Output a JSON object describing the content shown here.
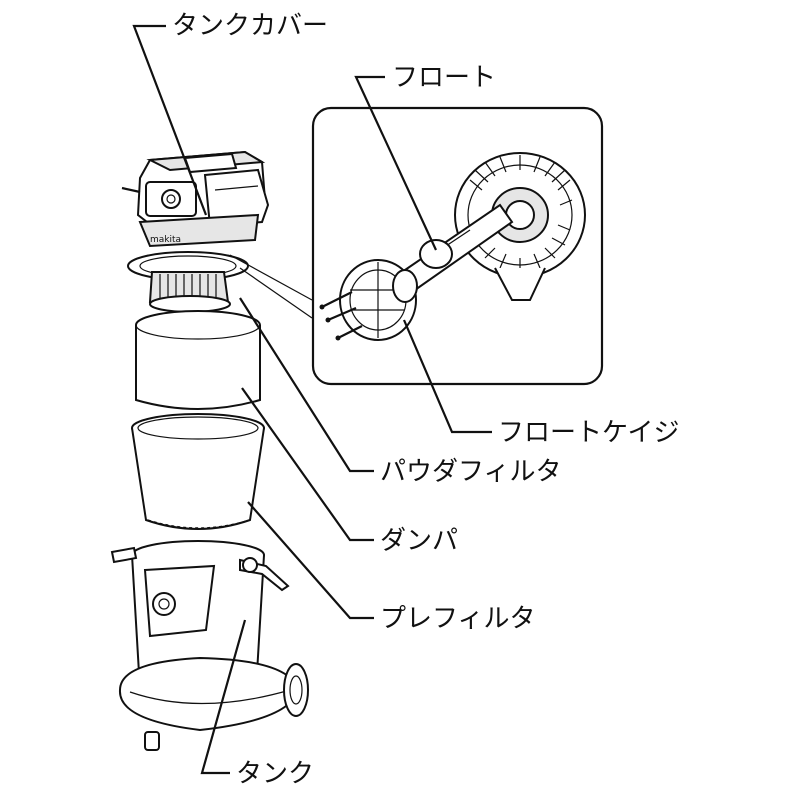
{
  "labels": {
    "tank_cover": "タンクカバー",
    "float": "フロート",
    "float_cage": "フロートケイジ",
    "powder_filter": "パウダフィルタ",
    "damper": "ダンパ",
    "pre_filter": "プレフィルタ",
    "tank": "タンク"
  },
  "colors": {
    "line": "#111111",
    "background": "#ffffff",
    "shade": "#e6e6e6"
  }
}
